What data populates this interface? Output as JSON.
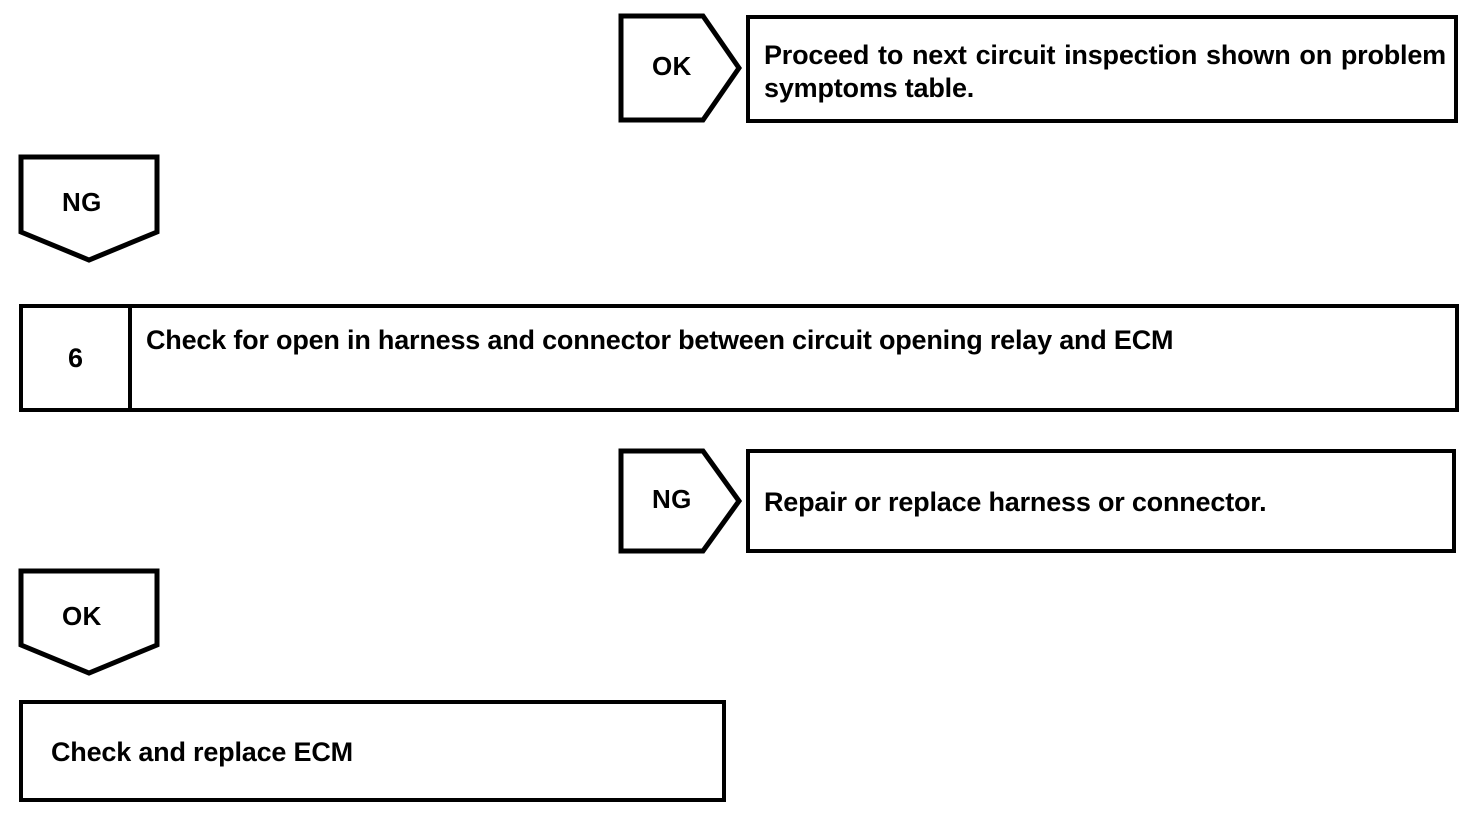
{
  "diagram": {
    "type": "troubleshooting-flowchart",
    "line_color": "#000000",
    "background_color": "#ffffff",
    "nodes": {
      "ok_tag_top": {
        "label": "OK"
      },
      "result_box_top": {
        "text": "Proceed to next circuit inspection shown on problem symptoms table."
      },
      "ng_tag_top": {
        "label": "NG"
      },
      "step6": {
        "number": "6",
        "text": "Check for open in harness and connector between circuit opening relay and ECM"
      },
      "ng_tag_mid": {
        "label": "NG"
      },
      "result_box_mid": {
        "text": "Repair or replace harness or connector."
      },
      "ok_tag_bottom": {
        "label": "OK"
      },
      "final_box": {
        "text": "Check and replace ECM"
      }
    }
  }
}
